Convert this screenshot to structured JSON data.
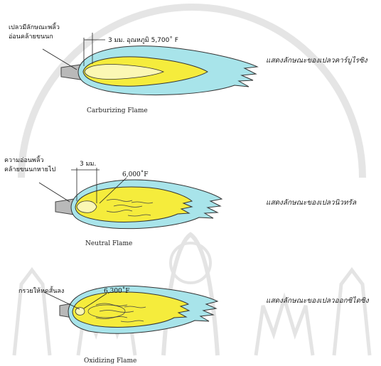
{
  "diagrams": [
    {
      "caption": "Carburizing Flame",
      "description": "แสดงลักษณะของเปลวคาร์บูไรซิง",
      "label_left": [
        "เปลวมีลักษณะพลิ้ว",
        "อ่อนคล้ายขนนก"
      ],
      "label_dim": "3 มม. อุณหภูมิ 5,700˚ F"
    },
    {
      "caption": "Neutral Flame",
      "description": "แสดงลักษณะของเปลวนิวทรัล",
      "label_left": [
        "ความอ่อนพลิ้ว",
        "คล้ายขนนกหายไป"
      ],
      "label_dim": "3 มม.",
      "label_temp": "6,000˚F"
    },
    {
      "caption": "Oxidizing Flame",
      "description": "แสดงลักษณะของเปลวออกซิไดซิง",
      "label_left": [
        "กรวยให้หดสั้นลง"
      ],
      "label_temp": "6,300˚F"
    }
  ],
  "colors": {
    "outer_envelope": "#a8e4ea",
    "inner_flame": "#f5ec3c",
    "inner_cone": "#fbf7b4",
    "torch_tip": "#b9b9b9",
    "outline": "#333333",
    "watermark": "#d9d9d9"
  }
}
